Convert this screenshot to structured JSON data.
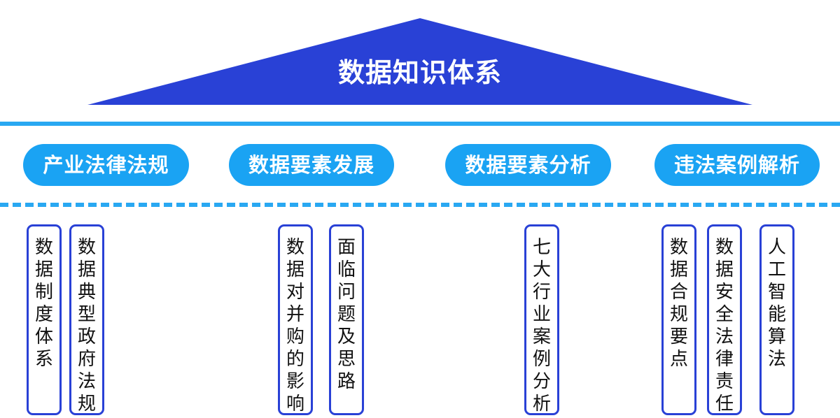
{
  "title": "数据知识体系",
  "categories": [
    {
      "label": "产业法律法规",
      "items": [
        "数据制度体系",
        "数据典型政府法规"
      ]
    },
    {
      "label": "数据要素发展",
      "items": [
        "数据对并购的影响",
        "面临问题及思路"
      ]
    },
    {
      "label": "数据要素分析",
      "items": [
        "七大行业案例分析"
      ]
    },
    {
      "label": "违法案例解析",
      "items": [
        "数据合规要点",
        "数据安全法律责任",
        "人工智能算法"
      ]
    }
  ],
  "colors": {
    "roof": "#2941d6",
    "pill": "#1aa3f3",
    "line": "#29a8f2",
    "box_border": "#2941d6"
  }
}
